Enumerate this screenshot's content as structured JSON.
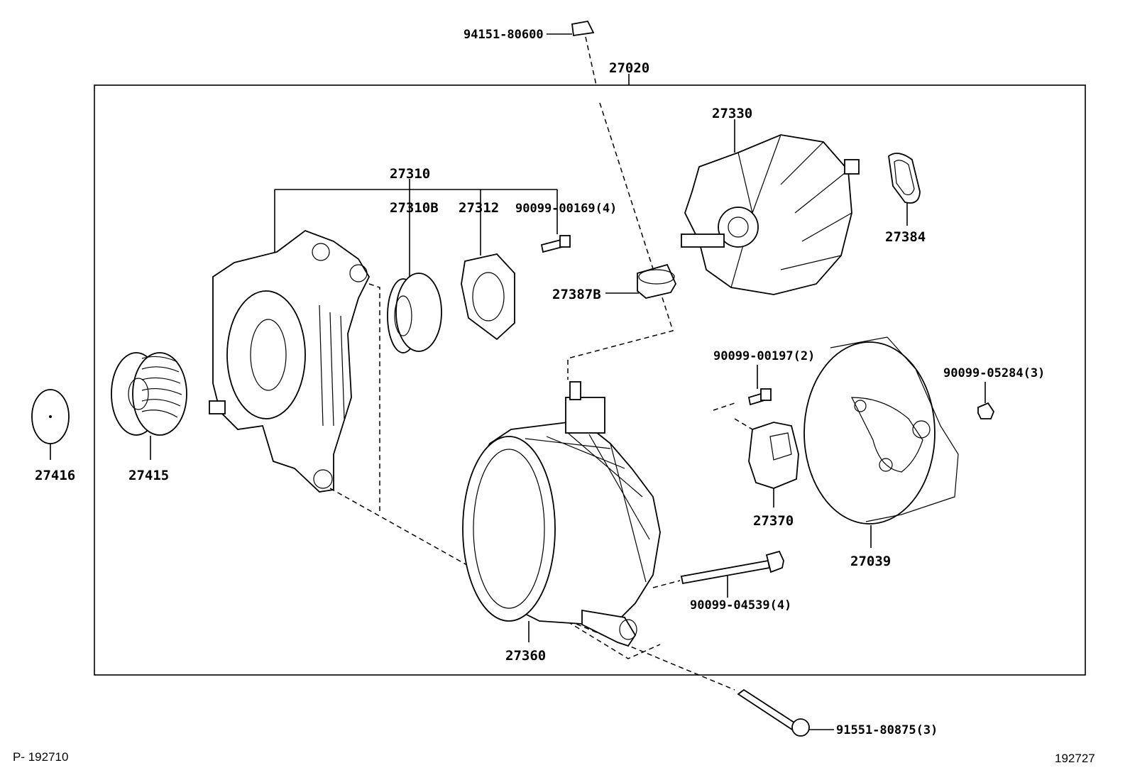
{
  "labels": {
    "p94151_80600": "94151-80600",
    "p27020": "27020",
    "p27330": "27330",
    "p27310": "27310",
    "p27310B": "27310B",
    "p27312": "27312",
    "p90099_00169": "90099-00169(4)",
    "p27384": "27384",
    "p27387B": "27387B",
    "p90099_00197": "90099-00197(2)",
    "p90099_05284": "90099-05284(3)",
    "p27416": "27416",
    "p27415": "27415",
    "p27370": "27370",
    "p27039": "27039",
    "p90099_04539": "90099-04539(4)",
    "p27360": "27360",
    "p91551_80875": "91551-80875(3)"
  },
  "footer": {
    "left_code": "P- 192710",
    "right_code": "192727"
  }
}
